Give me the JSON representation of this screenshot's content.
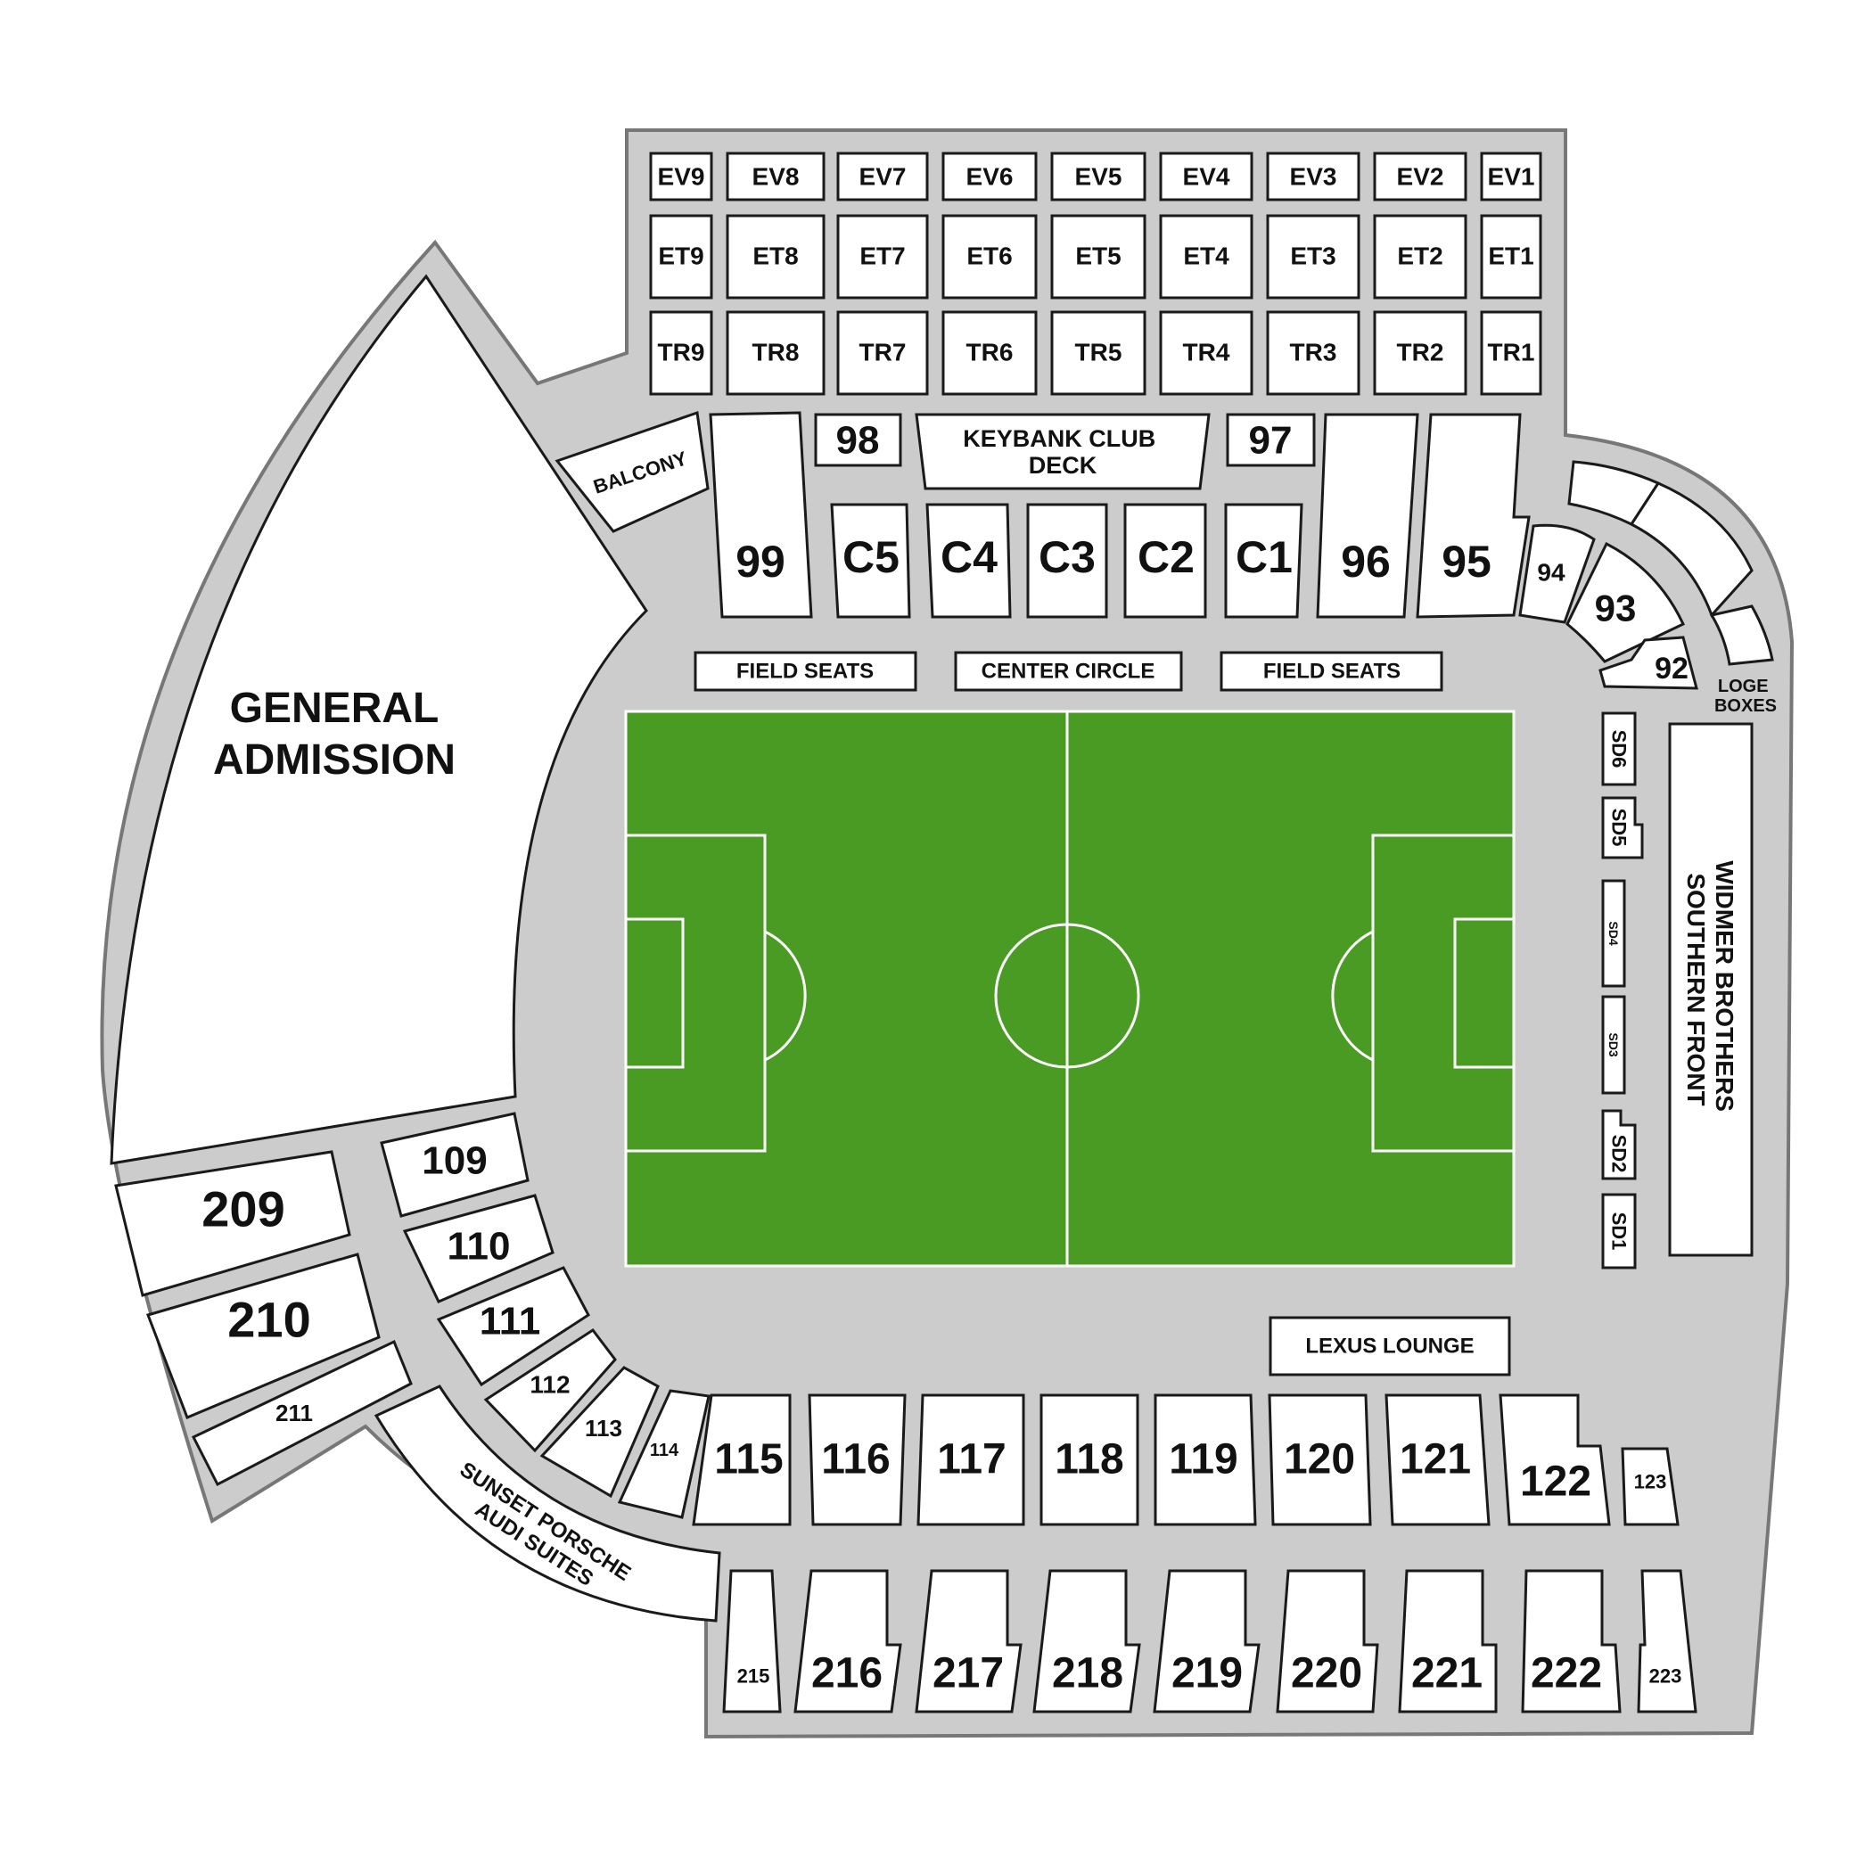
{
  "stadium": {
    "general_admission": "GENERAL ADMISSION",
    "field_labels": {
      "field_seats_left": "FIELD SEATS",
      "center_circle": "CENTER CIRCLE",
      "field_seats_right": "FIELD SEATS"
    },
    "features": {
      "balcony": "BALCONY",
      "keybank": "KEYBANK CLUB DECK",
      "lexus": "LEXUS LOUNGE",
      "loge": "LOGE BOXES",
      "widmer": "WIDMER BROTHERS SOUTHERN FRONT",
      "sunset": "SUNSET PORSCHE AUDI SUITES"
    },
    "rows": {
      "ev": [
        "EV9",
        "EV8",
        "EV7",
        "EV6",
        "EV5",
        "EV4",
        "EV3",
        "EV2",
        "EV1"
      ],
      "et": [
        "ET9",
        "ET8",
        "ET7",
        "ET6",
        "ET5",
        "ET4",
        "ET3",
        "ET2",
        "ET1"
      ],
      "tr": [
        "TR9",
        "TR8",
        "TR7",
        "TR6",
        "TR5",
        "TR4",
        "TR3",
        "TR2",
        "TR1"
      ],
      "north": [
        "99",
        "C5",
        "C4",
        "C3",
        "C2",
        "C1",
        "96",
        "95"
      ],
      "north_small": [
        "98",
        "97"
      ],
      "east_corner": [
        "94",
        "93",
        "92"
      ],
      "sd": [
        "SD6",
        "SD5",
        "SD4",
        "SD3",
        "SD2",
        "SD1"
      ],
      "south": [
        "115",
        "116",
        "117",
        "118",
        "119",
        "120",
        "121",
        "122",
        "123"
      ],
      "south_corner": [
        "112",
        "113",
        "114"
      ],
      "west": [
        "109",
        "110",
        "111"
      ],
      "upper_west": [
        "209",
        "210",
        "211"
      ],
      "upper_south": [
        "215",
        "216",
        "217",
        "218",
        "219",
        "220",
        "221",
        "222",
        "223"
      ]
    },
    "colors": {
      "concourse": "#cccccc",
      "pitch": "#4a9b23",
      "lines": "#ffffff"
    }
  }
}
